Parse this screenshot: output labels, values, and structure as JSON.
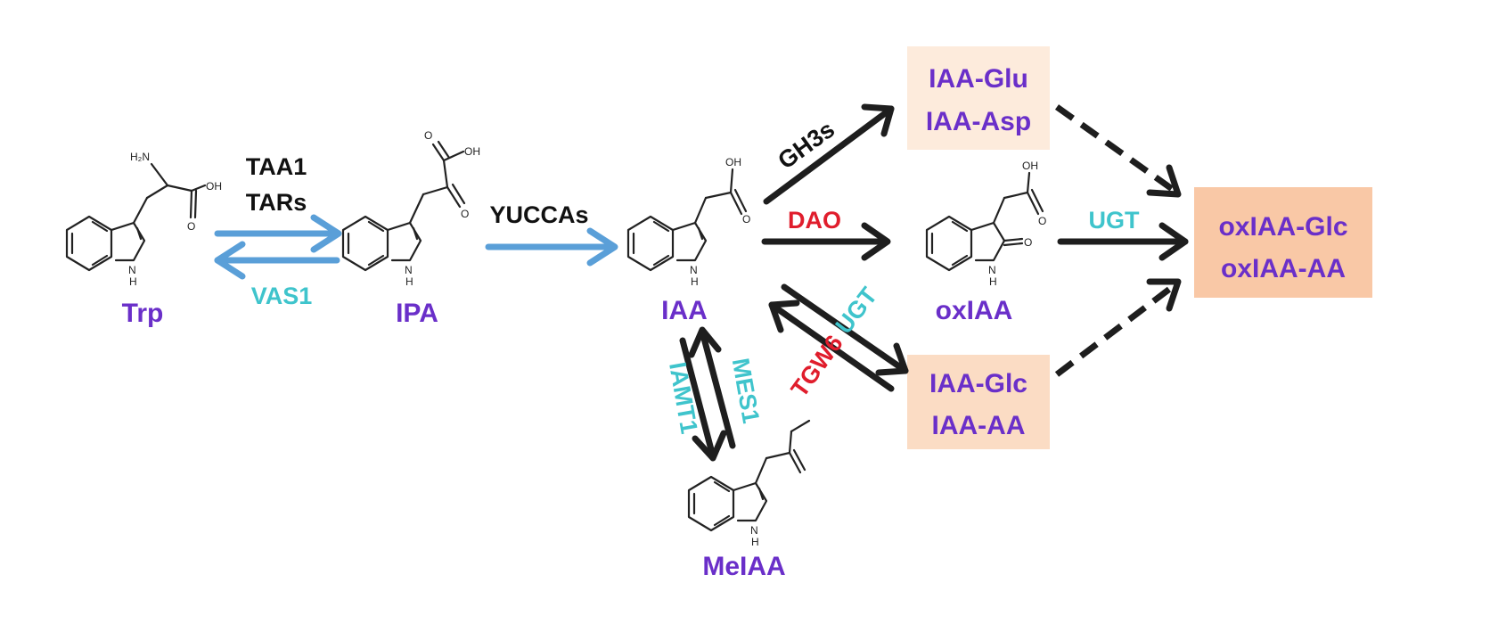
{
  "compounds": {
    "trp": "Trp",
    "ipa": "IPA",
    "iaa": "IAA",
    "meiaa": "MeIAA",
    "oxiaa": "oxIAA"
  },
  "boxes": {
    "conj_amino": [
      "IAA-Glu",
      "IAA-Asp"
    ],
    "conj_glc": [
      "IAA-Glc",
      "IAA-AA"
    ],
    "ox_conj": [
      "oxIAA-Glc",
      "oxIAA-AA"
    ]
  },
  "enzymes": {
    "taa1": "TAA1",
    "tars": "TARs",
    "vas1": "VAS1",
    "yuccas": "YUCCAs",
    "gh3s": "GH3s",
    "dao": "DAO",
    "ugt_main": "UGT",
    "ugt_glc": "UGT",
    "tgw6": "TGW6",
    "iamt1": "IAMT1",
    "mes1": "MES1"
  },
  "atoms": {
    "nh": "H",
    "n": "N",
    "oh": "OH",
    "o": "O",
    "h2n": "H₂N"
  },
  "colors": {
    "compound": "#6a2fc9",
    "enzyme_dark": "#111111",
    "enzyme_cyan": "#3fc4cc",
    "enzyme_red": "#e01d2c",
    "arrow_blue": "#5a9fd8",
    "arrow_dark": "#1e1e1e",
    "box_light": "#fdebdc",
    "box_dark": "#f9c8a6"
  }
}
